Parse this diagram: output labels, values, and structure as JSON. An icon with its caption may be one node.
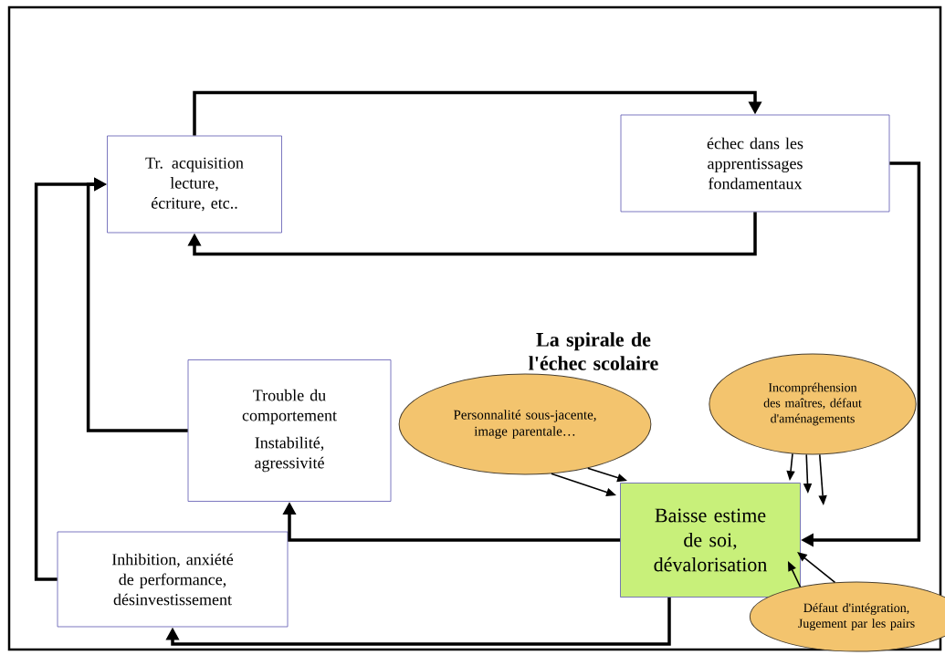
{
  "diagram": {
    "nodes": [
      {
        "text": [
          "Tr. acquisition lecture, écriture, etc.."
        ]
      },
      {
        "text": [
          "échec dans les apprentissages fondamentaux"
        ]
      },
      {
        "text": [
          "Trouble du comportement",
          "Instabilité, agressivité"
        ]
      },
      {
        "text": [
          "Personnalité sous-jacente, image parentale…"
        ]
      },
      {
        "text": [
          "Incompréhension des maîtres, défaut d'aménagements"
        ]
      },
      {
        "text": [
          "Baisse estime de soi, dévalorisation"
        ]
      },
      {
        "text": [
          "Inhibition, anxiété de performance, désinvestissement"
        ]
      },
      {
        "text": [
          "Défaut d'intégration, Jugement par les pairs"
        ]
      }
    ],
    "edges": [
      {
        "from": 0,
        "to": 1,
        "arrow": "to",
        "style": "thick"
      },
      {
        "from": 1,
        "to": 0,
        "arrow": "to",
        "style": "thick"
      },
      {
        "from": 1,
        "to": 5,
        "arrow": "to",
        "style": "thick"
      },
      {
        "from": 5,
        "to": 2,
        "arrow": "to",
        "style": "thick"
      },
      {
        "from": 5,
        "to": 6,
        "arrow": "to",
        "style": "thick"
      },
      {
        "from": 2,
        "to": 0,
        "arrow": "to",
        "style": "thick"
      },
      {
        "from": 6,
        "to": 0,
        "arrow": "to",
        "style": "thick"
      },
      {
        "from": 3,
        "to": 5,
        "arrow": "to"
      },
      {
        "from": 3,
        "to": 5,
        "arrow": "to"
      },
      {
        "from": 4,
        "to": 5,
        "arrow": "to"
      },
      {
        "from": 4,
        "to": 5,
        "arrow": "to"
      },
      {
        "from": 4,
        "to": 5,
        "arrow": "to"
      },
      {
        "from": 7,
        "to": 5,
        "arrow": "to"
      },
      {
        "from": 7,
        "to": 5,
        "arrow": "to"
      }
    ],
    "labels": [
      "La spirale de l'échec scolaire"
    ]
  }
}
